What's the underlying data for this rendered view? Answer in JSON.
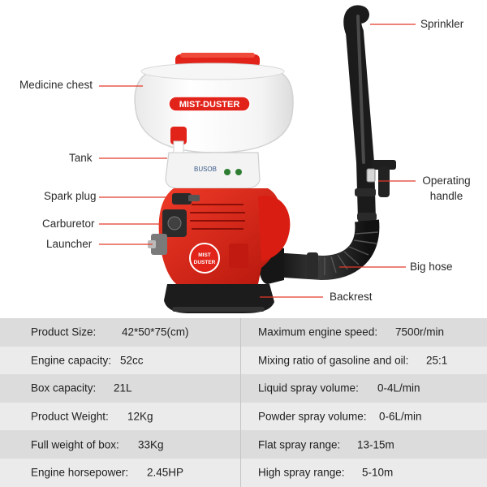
{
  "labels": {
    "sprinkler": "Sprinkler",
    "medicine_chest": "Medicine chest",
    "tank": "Tank",
    "operating_handle_1": "Operating",
    "operating_handle_2": "handle",
    "spark_plug": "Spark plug",
    "carburetor": "Carburetor",
    "launcher": "Launcher",
    "big_hose": "Big hose",
    "backrest": "Backrest"
  },
  "product": {
    "lid_brand": "MIST-DUSTER",
    "engine_badge_1": "MIST",
    "engine_badge_2": "DUSTER",
    "tank_text": "BUSOB"
  },
  "colors": {
    "accent_red": "#e02418",
    "leader_line": "#e23a2a",
    "spec_bg": "#dcdcdc"
  },
  "specs": {
    "left": [
      {
        "key": "Product Size:",
        "value": "42*50*75(cm)"
      },
      {
        "key": "Engine capacity:",
        "value": "52cc"
      },
      {
        "key": "Box capacity:",
        "value": "21L"
      },
      {
        "key": "Product Weight:",
        "value": "12Kg"
      },
      {
        "key": "Full weight of box:",
        "value": "33Kg"
      },
      {
        "key": "Engine horsepower:",
        "value": "2.45HP"
      }
    ],
    "right": [
      {
        "key": "Maximum engine speed:",
        "value": "7500r/min"
      },
      {
        "key": "Mixing ratio of gasoline and oil:",
        "value": "25:1"
      },
      {
        "key": "Liquid spray volume:",
        "value": "0-4L/min"
      },
      {
        "key": "Powder spray volume:",
        "value": "0-6L/min"
      },
      {
        "key": "Flat spray range:",
        "value": "13-15m"
      },
      {
        "key": "High spray range:",
        "value": "5-10m"
      }
    ]
  }
}
